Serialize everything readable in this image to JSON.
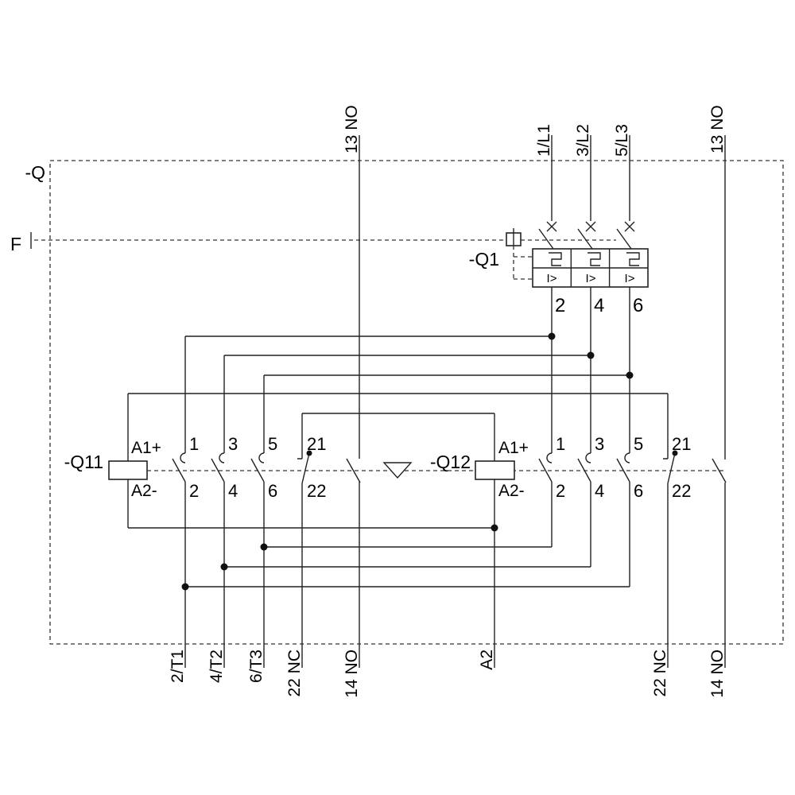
{
  "frame": {
    "ref_label": "-Q",
    "f_label": "F"
  },
  "breaker_q1": {
    "ref": "-Q1",
    "input_terminals": [
      "1/L1",
      "3/L2",
      "5/L3"
    ],
    "output_terminals": [
      "2",
      "4",
      "6"
    ],
    "overcurrent_release": "I>"
  },
  "contactor_q11": {
    "ref": "-Q11",
    "coil_a1": "A1+",
    "coil_a2": "A2-",
    "aux_top": "13 NO",
    "top_terminals": [
      "1",
      "3",
      "5",
      "21"
    ],
    "bottom_terminals": [
      "2",
      "4",
      "6",
      "22"
    ]
  },
  "contactor_q12": {
    "ref": "-Q12",
    "coil_a1": "A1+",
    "coil_a2": "A2-",
    "aux_top": "13 NO",
    "top_terminals": [
      "1",
      "3",
      "5",
      "21"
    ],
    "bottom_terminals": [
      "2",
      "4",
      "6",
      "22"
    ]
  },
  "bottom_terminals": {
    "q11_outputs": [
      "2/T1",
      "4/T2",
      "6/T3"
    ],
    "q11_aux": [
      "22 NC",
      "14 NO"
    ],
    "coil_common": "A2",
    "q12_aux": [
      "22 NC",
      "14 NO"
    ]
  },
  "colors": {
    "line": "#222222",
    "background": "#ffffff"
  }
}
